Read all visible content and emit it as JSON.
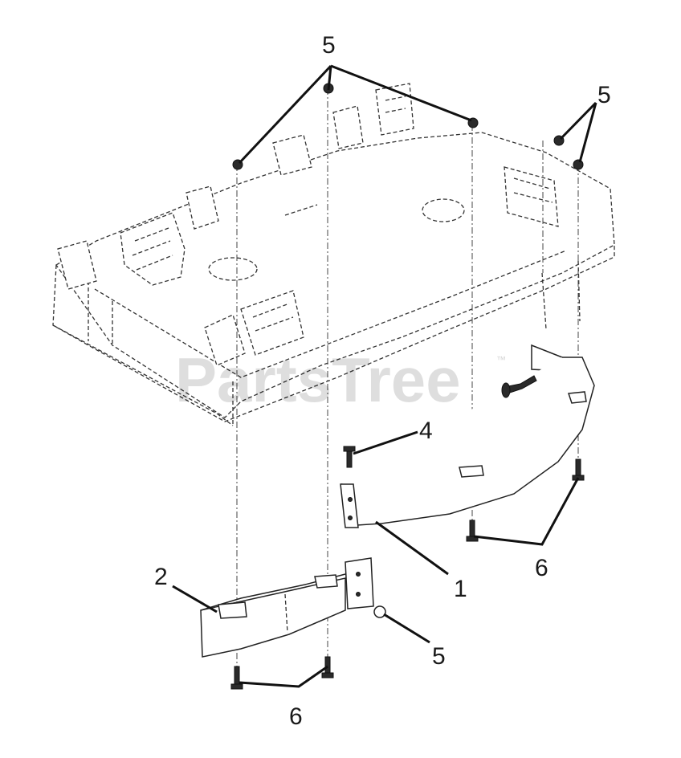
{
  "watermark": {
    "text": "PartsTree",
    "trademark": "™"
  },
  "callouts": {
    "c5_top": "5",
    "c5_right": "5",
    "c4": "4",
    "c2": "2",
    "c1": "1",
    "c6_right": "6",
    "c5_bottom": "5",
    "c6_bottom": "6"
  }
}
